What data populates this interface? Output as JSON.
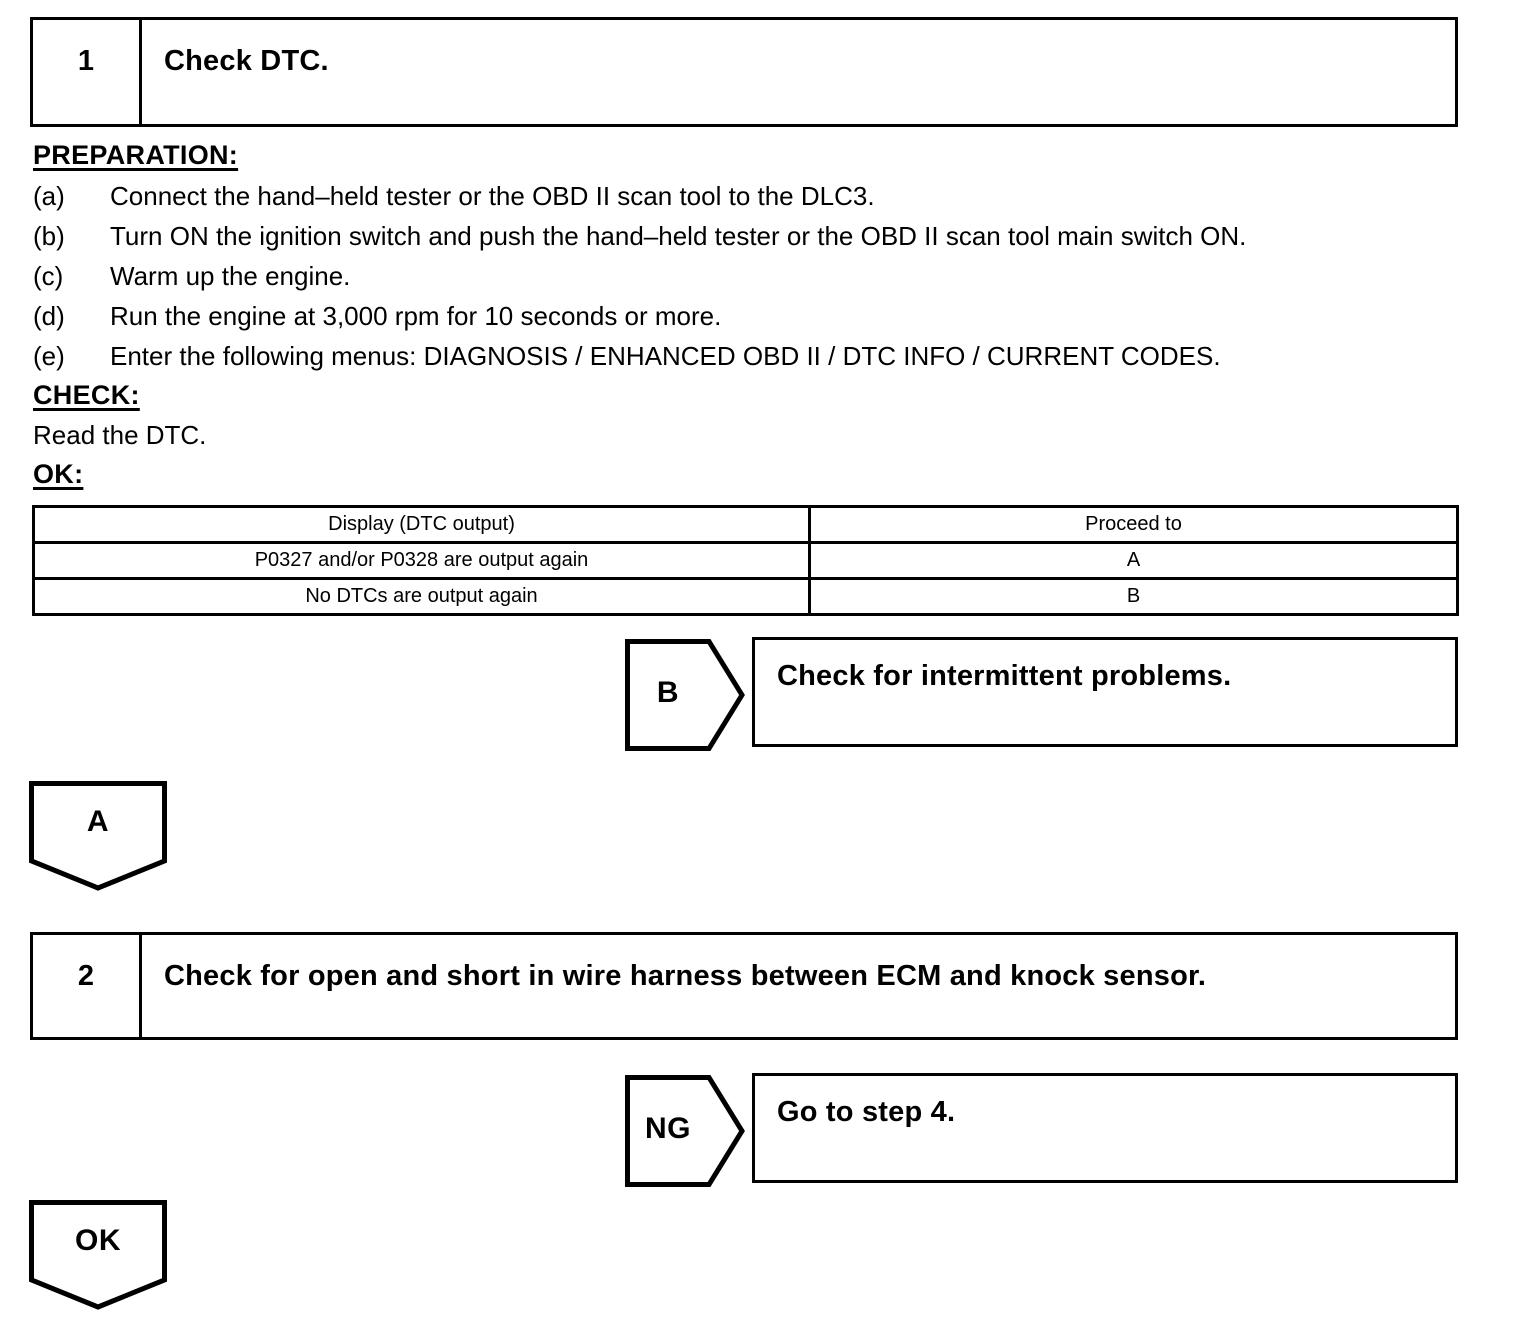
{
  "steps": [
    {
      "number": "1",
      "title": "Check DTC."
    },
    {
      "number": "2",
      "title": "Check for open and short in wire harness between ECM and knock sensor."
    }
  ],
  "sections": {
    "preparation_heading": "PREPARATION:",
    "preparation_items": [
      {
        "label": "(a)",
        "text": "Connect the hand–held tester or the OBD II scan tool to the DLC3."
      },
      {
        "label": "(b)",
        "text": "Turn ON the ignition switch and push the hand–held tester or the OBD II scan tool main switch ON."
      },
      {
        "label": "(c)",
        "text": "Warm up the engine."
      },
      {
        "label": "(d)",
        "text": "Run the engine at 3,000 rpm for 10 seconds or more."
      },
      {
        "label": "(e)",
        "text": "Enter the following menus: DIAGNOSIS / ENHANCED OBD II / DTC INFO / CURRENT CODES."
      }
    ],
    "check_heading": "CHECK:",
    "check_text": "Read the DTC.",
    "ok_heading": "OK:"
  },
  "result_table": {
    "headers": [
      "Display (DTC output)",
      "Proceed to"
    ],
    "rows": [
      [
        "P0327 and/or P0328 are output again",
        "A"
      ],
      [
        "No DTCs are output again",
        "B"
      ]
    ]
  },
  "connectors": {
    "b_branch": {
      "label": "B",
      "action": "Check for intermittent problems."
    },
    "a_continue": {
      "label": "A"
    },
    "ng_branch": {
      "label": "NG",
      "action": "Go to step 4."
    },
    "ok_continue": {
      "label": "OK"
    }
  },
  "colors": {
    "ink": "#000000",
    "paper": "#ffffff"
  }
}
